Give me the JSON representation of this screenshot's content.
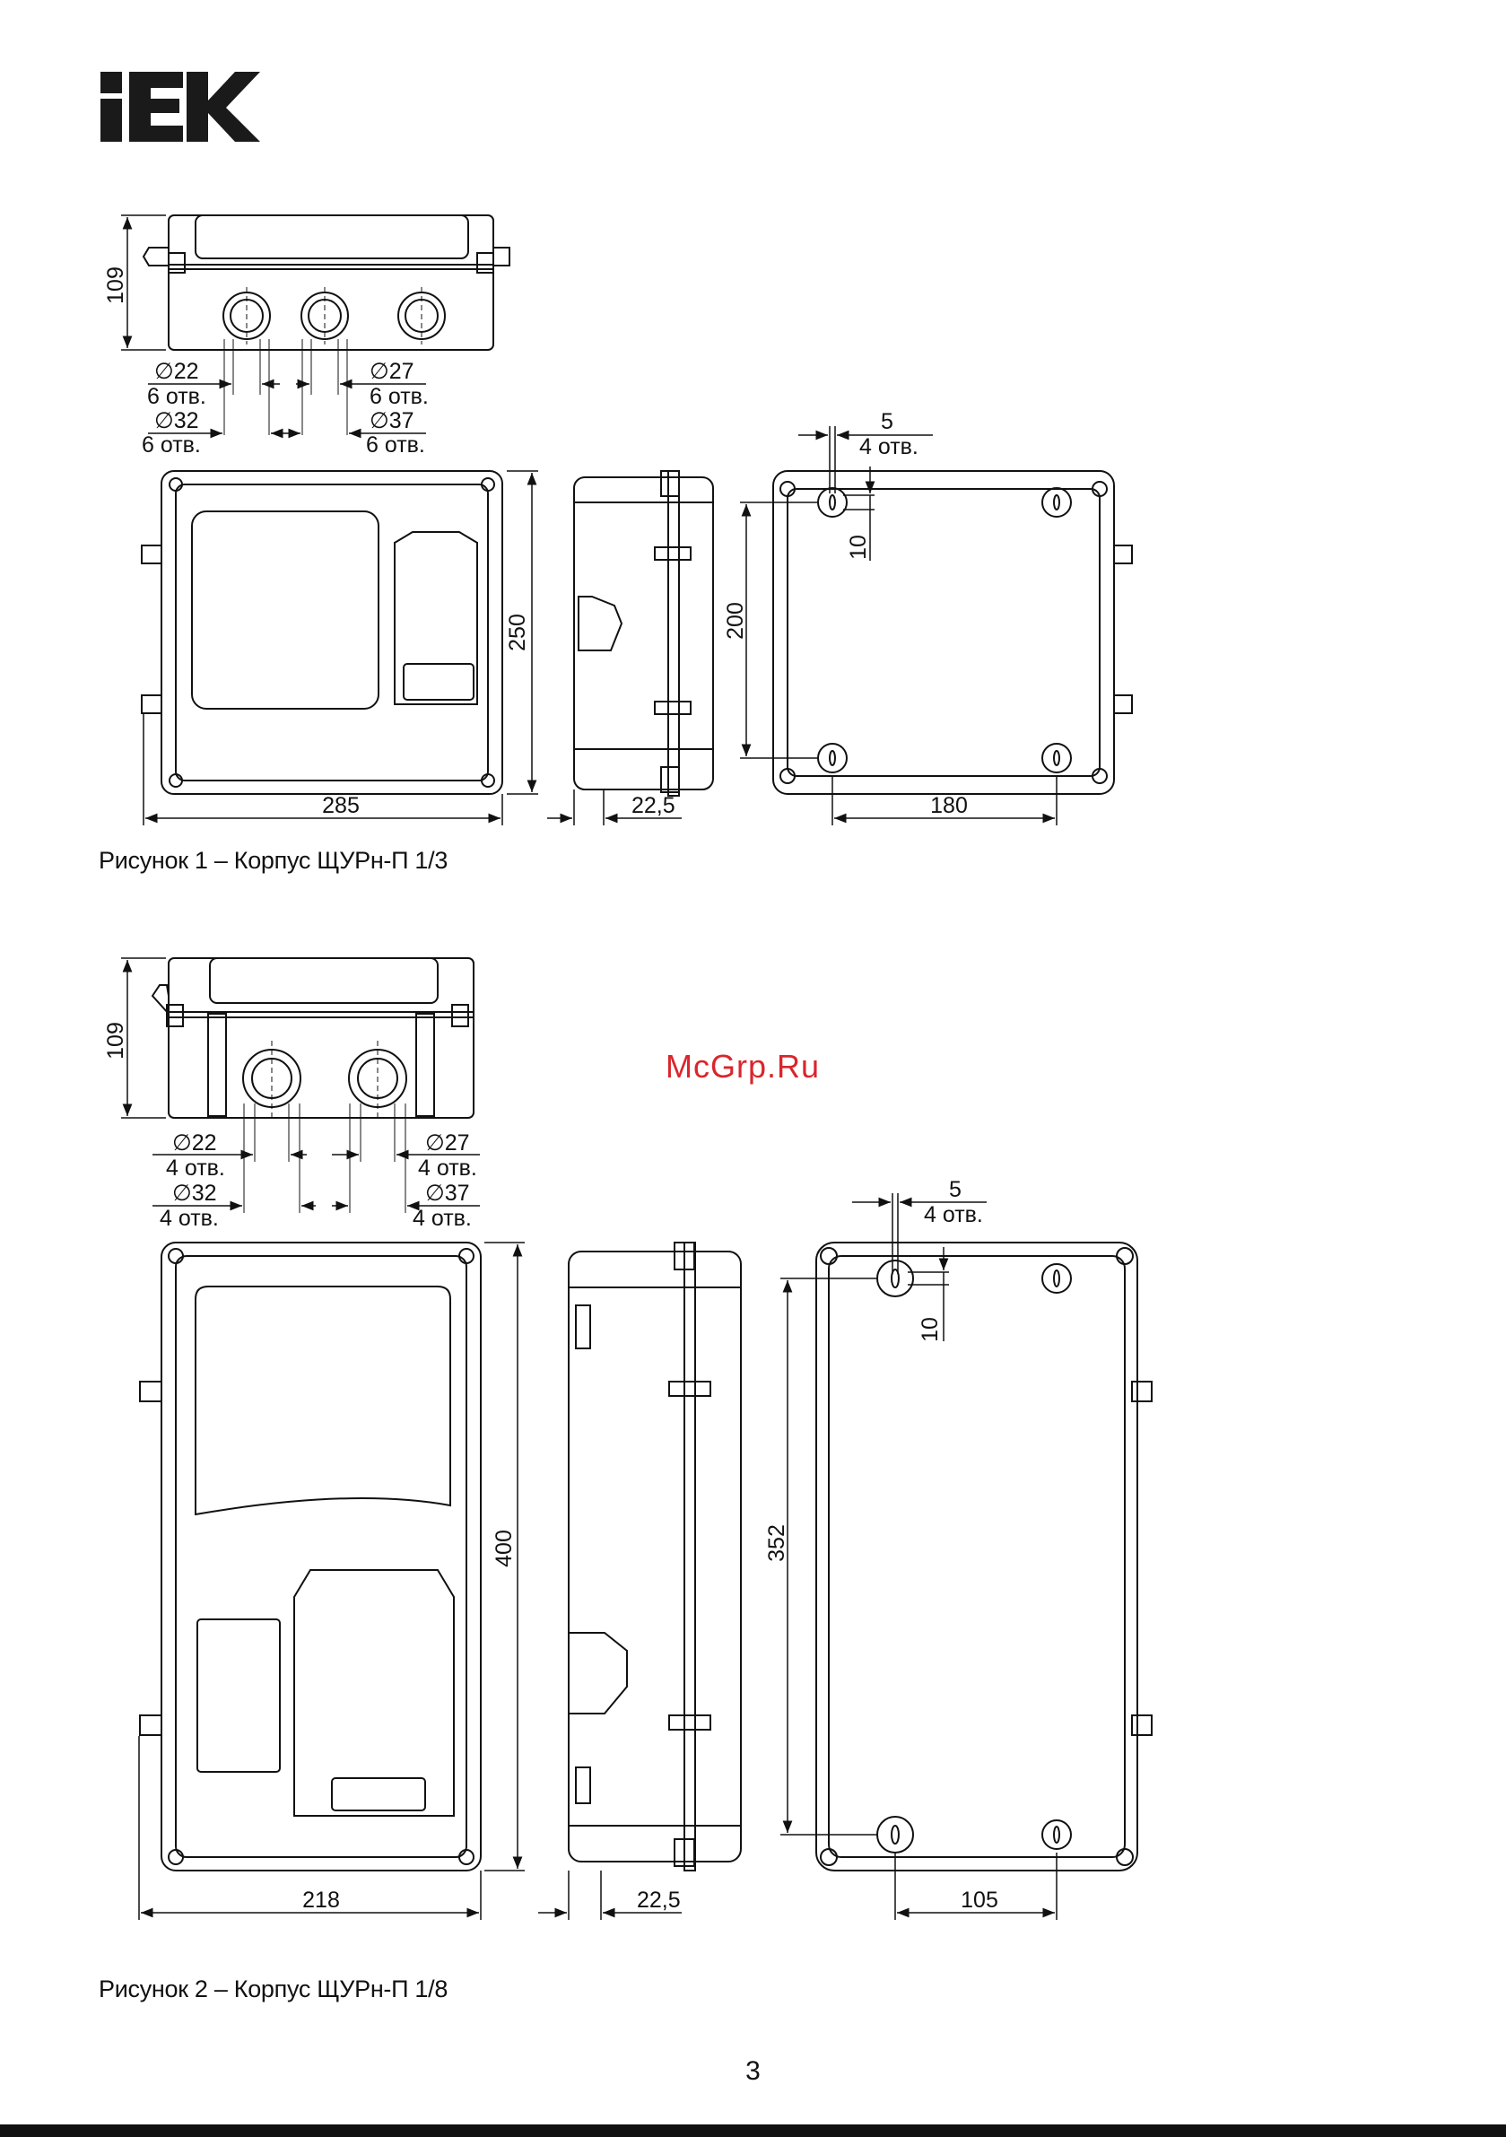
{
  "brand": {
    "logo_text": "IEK",
    "logo_color": "#1a1a1a"
  },
  "watermark": {
    "text": "McGrp.Ru",
    "color": "#d9262c"
  },
  "figure1": {
    "caption": "Рисунок 1 – Корпус ЩУРн-П 1/3",
    "height_dim": "109",
    "holes_left": {
      "d1": "∅22",
      "n1": "6 отв.",
      "d2": "∅32",
      "n2": "6 отв."
    },
    "holes_right": {
      "d1": "∅27",
      "n1": "6 отв.",
      "d2": "∅37",
      "n2": "6 отв."
    },
    "front_width": "285",
    "front_height": "250",
    "side_depth": "22,5",
    "back_hole_size": "5",
    "back_hole_count": "4 отв.",
    "back_hole_offset": "10",
    "back_mount_height": "200",
    "back_mount_width": "180"
  },
  "figure2": {
    "caption": "Рисунок 2 – Корпус ЩУРн-П 1/8",
    "height_dim": "109",
    "holes_left": {
      "d1": "∅22",
      "n1": "4 отв.",
      "d2": "∅32",
      "n2": "4 отв."
    },
    "holes_right": {
      "d1": "∅27",
      "n1": "4 отв.",
      "d2": "∅37",
      "n2": "4 отв."
    },
    "front_width": "218",
    "front_height": "400",
    "side_depth": "22,5",
    "back_hole_size": "5",
    "back_hole_count": "4 отв.",
    "back_hole_offset": "10",
    "back_mount_height": "352",
    "back_mount_width": "105"
  },
  "page_number": "3"
}
